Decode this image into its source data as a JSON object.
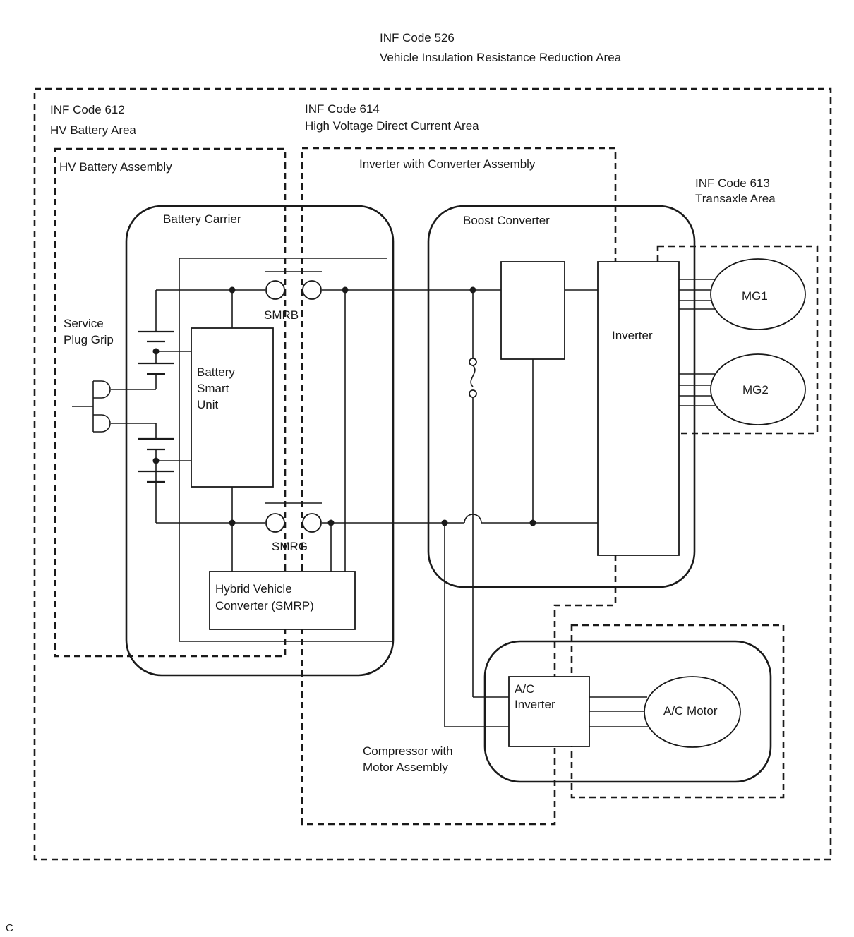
{
  "labels": {
    "inf526_code": "INF Code 526",
    "inf526_name": "Vehicle Insulation Resistance Reduction Area",
    "inf612_code": "INF Code 612",
    "inf612_name": "HV Battery Area",
    "inf614_code": "INF Code 614",
    "inf614_name": "High Voltage Direct Current Area",
    "inf613_code": "INF Code 613",
    "inf613_name": "Transaxle Area",
    "hv_battery_assembly": "HV Battery Assembly",
    "inverter_converter_assembly": "Inverter with Converter Assembly",
    "battery_carrier": "Battery Carrier",
    "boost_converter": "Boost Converter",
    "service_plug_grip": [
      "Service",
      "Plug Grip"
    ],
    "smrb": "SMRB",
    "smrg": "SMRG",
    "battery_smart_unit": [
      "Battery",
      "Smart",
      "Unit"
    ],
    "hybrid_vehicle_converter": [
      "Hybrid Vehicle",
      "Converter (SMRP)"
    ],
    "inverter": "Inverter",
    "mg1": "MG1",
    "mg2": "MG2",
    "ac_inverter": [
      "A/C",
      "Inverter"
    ],
    "ac_motor": "A/C Motor",
    "compressor_assembly": [
      "Compressor with",
      "Motor Assembly"
    ],
    "corner_mark": "C"
  }
}
